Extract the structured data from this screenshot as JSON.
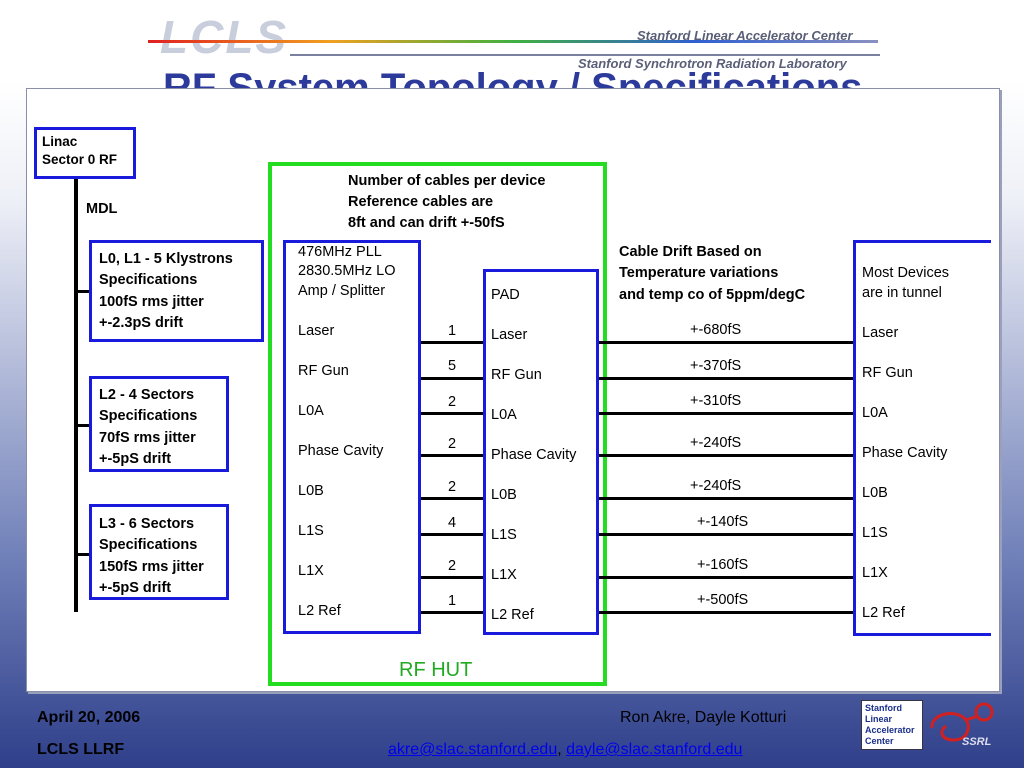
{
  "header": {
    "logo": "LCLS",
    "lab1": "Stanford Linear Accelerator Center",
    "lab2": "Stanford Synchrotron Radiation Laboratory",
    "title": "RF System Topology / Specifications"
  },
  "linac_box": {
    "line1": "Linac",
    "line2": "Sector 0 RF"
  },
  "mdl": "MDL",
  "spec_boxes": [
    {
      "lines": [
        "L0, L1 - 5 Klystrons",
        "Specifications",
        "100fS rms jitter",
        "+-2.3pS drift"
      ]
    },
    {
      "lines": [
        "L2 - 4 Sectors",
        "Specifications",
        "70fS rms jitter",
        "+-5pS drift"
      ]
    },
    {
      "lines": [
        "L3 - 6 Sectors",
        "Specifications",
        "150fS rms jitter",
        "+-5pS drift"
      ]
    }
  ],
  "cables_note": [
    "Number of cables per device",
    "Reference cables are",
    "8ft and can drift +-50fS"
  ],
  "pll_box": {
    "header": [
      "476MHz PLL",
      "2830.5MHz LO",
      "Amp / Splitter"
    ],
    "items": [
      "Laser",
      "RF Gun",
      "L0A",
      "Phase Cavity",
      "L0B",
      "L1S",
      "L1X",
      "L2 Ref"
    ]
  },
  "cable_counts": [
    "1",
    "5",
    "2",
    "2",
    "2",
    "4",
    "2",
    "1"
  ],
  "pad_box": {
    "header": "PAD",
    "items": [
      "Laser",
      "RF Gun",
      "L0A",
      "Phase Cavity",
      "L0B",
      "L1S",
      "L1X",
      "L2 Ref"
    ]
  },
  "rf_hut_label": "RF HUT",
  "drift_note": [
    "Cable Drift Based on",
    "Temperature variations",
    "and temp co of 5ppm/degC"
  ],
  "drifts": [
    "+-680fS",
    "+-370fS",
    "+-310fS",
    "+-240fS",
    "+-240fS",
    "+-140fS",
    "+-160fS",
    "+-500fS"
  ],
  "tunnel_box": {
    "header": [
      "Most Devices",
      "are in tunnel"
    ],
    "items": [
      "Laser",
      "RF Gun",
      "L0A",
      "Phase Cavity",
      "L0B",
      "L1S",
      "L1X",
      "L2 Ref"
    ]
  },
  "footer": {
    "date": "April 20, 2006",
    "project": "LCLS LLRF",
    "authors": "Ron Akre, Dayle Kotturi",
    "email1": "akre@slac.stanford.edu",
    "sep": ", ",
    "email2": "dayle@slac.stanford.edu",
    "logo_lines": [
      "Stanford",
      "Linear",
      "Accelerator",
      "Center"
    ],
    "ssrl": "SSRL"
  },
  "colors": {
    "title": "#2b3a9b",
    "box_border": "#1a1adc",
    "hut_border": "#22dd22",
    "link": "#0000ee"
  }
}
